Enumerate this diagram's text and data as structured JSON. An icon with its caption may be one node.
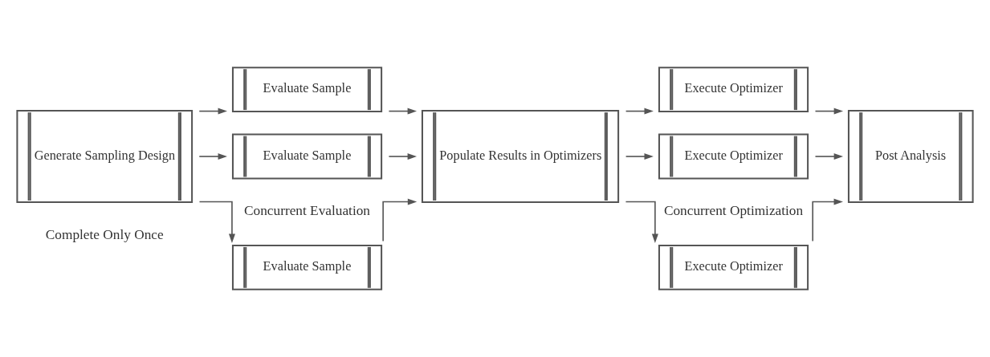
{
  "diagram": {
    "nodes": [
      {
        "text": [
          "Generate Sampling Design"
        ]
      },
      {
        "text": [
          "Evaluate Sample"
        ]
      },
      {
        "text": [
          "Evaluate Sample"
        ]
      },
      {
        "text": [
          "Evaluate Sample"
        ]
      },
      {
        "text": [
          "Populate Results in Optimizers"
        ]
      },
      {
        "text": [
          "Execute Optimizer"
        ]
      },
      {
        "text": [
          "Execute Optimizer"
        ]
      },
      {
        "text": [
          "Execute Optimizer"
        ]
      },
      {
        "text": [
          "Post Analysis"
        ]
      }
    ],
    "edges": [
      {
        "from": 0,
        "to": 1,
        "arrow": "to"
      },
      {
        "from": 0,
        "to": 2,
        "arrow": "to"
      },
      {
        "from": 0,
        "to": 3,
        "arrow": "to"
      },
      {
        "from": 1,
        "to": 4,
        "arrow": "to"
      },
      {
        "from": 2,
        "to": 4,
        "arrow": "to"
      },
      {
        "from": 3,
        "to": 4,
        "arrow": "to"
      },
      {
        "from": 4,
        "to": 5,
        "arrow": "to"
      },
      {
        "from": 4,
        "to": 6,
        "arrow": "to"
      },
      {
        "from": 4,
        "to": 7,
        "arrow": "to"
      },
      {
        "from": 5,
        "to": 8,
        "arrow": "to"
      },
      {
        "from": 6,
        "to": 8,
        "arrow": "to"
      },
      {
        "from": 7,
        "to": 8,
        "arrow": "to"
      }
    ],
    "labels": [
      "Concurrent Evaluation",
      "Concurrent Optimization",
      "Complete Only Once"
    ]
  }
}
